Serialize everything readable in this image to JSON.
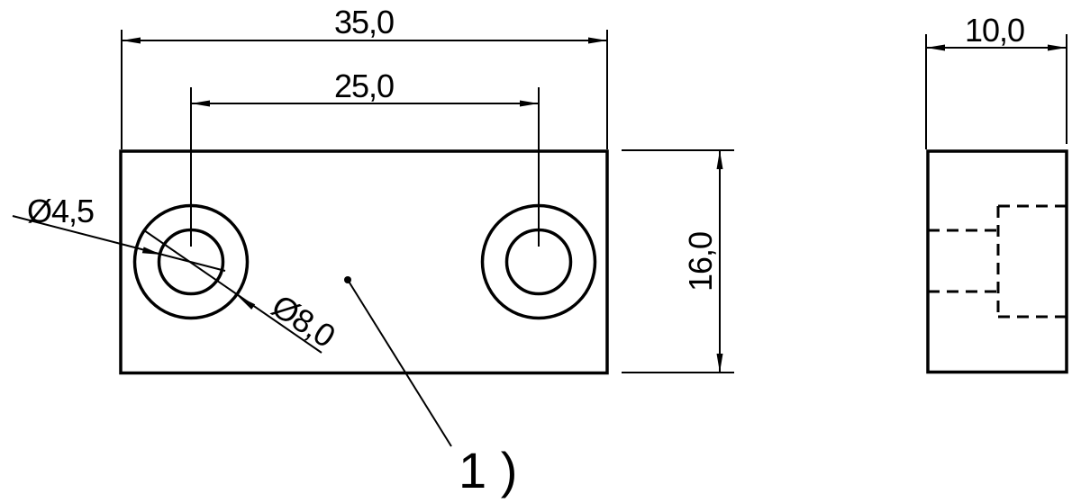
{
  "colors": {
    "background": "#ffffff",
    "line": "#000000",
    "text": "#000000"
  },
  "views": {
    "front": {
      "dimensions": {
        "overall_width": {
          "label": "35,0",
          "value_mm": 35.0
        },
        "hole_spacing": {
          "label": "25,0",
          "value_mm": 25.0
        },
        "height": {
          "label": "16,0",
          "value_mm": 16.0
        },
        "hole_inner_diameter": {
          "label": "Ø4,5",
          "value_mm": 4.5
        },
        "hole_counterbore_diameter": {
          "label": "Ø8,0",
          "value_mm": 8.0
        }
      },
      "callout": {
        "label": "1 )"
      }
    },
    "side": {
      "dimensions": {
        "depth": {
          "label": "10,0",
          "value_mm": 10.0
        }
      }
    }
  }
}
